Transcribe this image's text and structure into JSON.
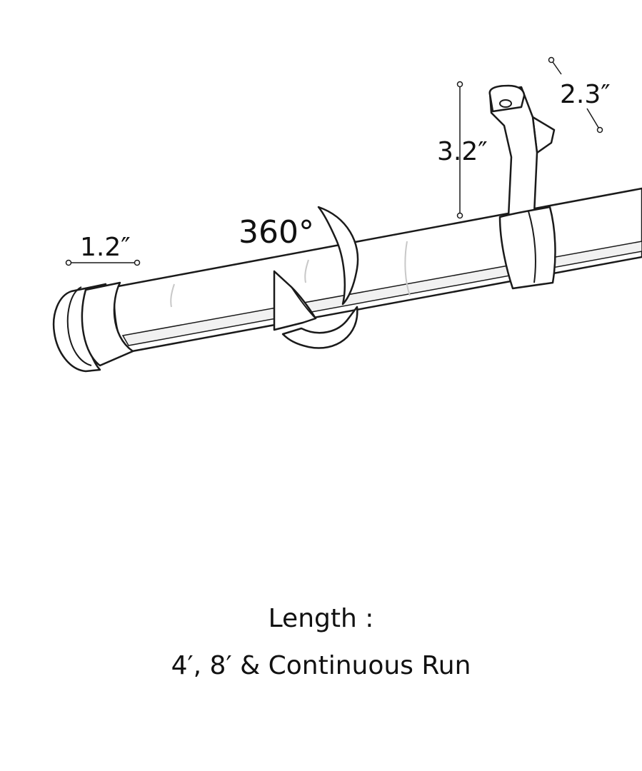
{
  "diagram": {
    "dimensions": {
      "rod_diameter": "1.2″",
      "rotation": "360°",
      "bracket_height": "3.2″",
      "bracket_width": "2.3″"
    },
    "caption": {
      "title": "Length :",
      "values": "4′, 8′ & Continuous Run"
    }
  },
  "colors": {
    "line": "#1a1a1a",
    "fill": "#ffffff",
    "shade": "#f1f1f1"
  }
}
